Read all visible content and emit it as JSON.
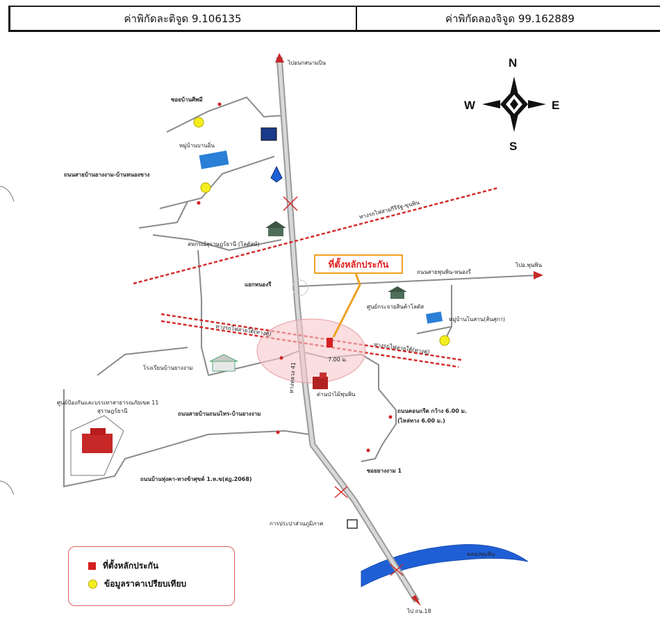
{
  "header": {
    "latitude_label": "ค่าพิกัดละติจูด 9.106135",
    "longitude_label": "ค่าพิกัดลองจิจูด 99.162889"
  },
  "compass": {
    "n": "N",
    "s": "S",
    "e": "E",
    "w": "W"
  },
  "callout": {
    "label": "ที่ตั้งหลักประกัน"
  },
  "legend": {
    "items": [
      {
        "label": "ที่ตั้งหลักประกัน",
        "color": "#d42020"
      },
      {
        "label": "ข้อมูลราคาเปรียบเทียบ",
        "color": "#f4ee20"
      }
    ]
  },
  "map_labels": {
    "north_dest": "ไปอนกสนามบิน",
    "soi_ban_si": "ซอยบ้านศีพมี",
    "village_ban_en": "หมู่บ้านบานอิ่น",
    "road_ban_bangkan": "ถนนสายบ้านยางงาม-บ้านหนองขาง",
    "railway": "ทางรถไฟสายกีรีรัฐ-ขุนพิน",
    "coop_housing": "สหกรณ์สุราษฎร์ธานี (โลตัสท์)",
    "east_dest": "ไปอ.พุนพิน",
    "road_east": "ถนนสายพุนพิน-หนองรี",
    "nong_si_junction": "แยกหนองรี",
    "dist_center": "ศูนย์กระจายสินค้าโลตัส",
    "village_east": "หมู่บ้านโนสาน(ส้นสุกา)",
    "school": "โรงเรียนบ้านยางงาม",
    "forest_office": "ด่านป่าไม้พุนพิน",
    "fire_center_1": "ศูนย์ป้องกันและบรรเทาสาธารณภัยเขต 11",
    "fire_center_2": "สุราษฎร์ธานี",
    "road_bang_yang": "ถนนสายบ้านถนนไทร-บ้านยางงาม",
    "concrete_road_1": "ถนนคอนกรีต กว้าง 6.00 ม.",
    "concrete_road_2": "(ไหล่ทาง 6.00 ม.)",
    "road_south": "ถนนบ้านทุ่งคา-ทางข้าศุขต์ 1.ห.ข(สฎ.2068)",
    "soi_yang_ngam": "ซอยยางงาม 1",
    "water_supply": "การประปาส่วนภูมิภาค",
    "canal": "คลองพุนพิน",
    "south_dest": "ไป ถน.18",
    "highway_name": "ทางหลวง 41",
    "marker_value": "7.00 ม.",
    "railway_2": "ทางรถไฟสายใต้(ทางคู่)"
  },
  "colors": {
    "highway": "#a8a8a8",
    "road": "#888888",
    "railway": "#d42a2a",
    "property": "#d42020",
    "comparison": "#f4ee20",
    "river": "#1f5fd6",
    "callout_border": "#f0a020"
  }
}
